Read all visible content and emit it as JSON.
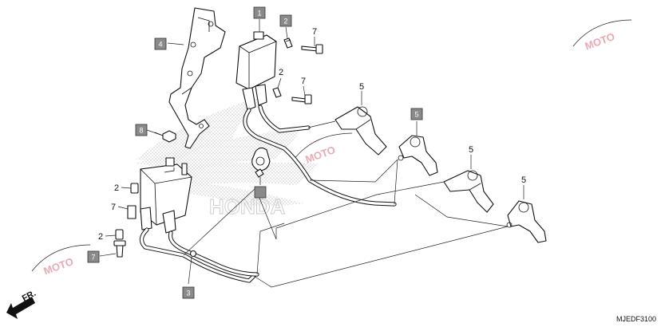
{
  "diagram_code": "MJEDF3100",
  "direction_label": "FR.",
  "watermark_text": "MOTO",
  "brand_text": "HONDA",
  "colors": {
    "callout_box": "#8a8a8a",
    "watermark": "#e9a9b4",
    "ink": "#111111"
  },
  "callouts": [
    {
      "id": "c1",
      "label": "1",
      "boxed": true
    },
    {
      "id": "c2a",
      "label": "2",
      "boxed": true
    },
    {
      "id": "c7a",
      "label": "7",
      "boxed": false
    },
    {
      "id": "c4",
      "label": "4",
      "boxed": true
    },
    {
      "id": "c2b",
      "label": "2",
      "boxed": false
    },
    {
      "id": "c7b",
      "label": "7",
      "boxed": false
    },
    {
      "id": "c5a",
      "label": "5",
      "boxed": false
    },
    {
      "id": "c5b",
      "label": "5",
      "boxed": true
    },
    {
      "id": "c8",
      "label": "8",
      "boxed": true
    },
    {
      "id": "c5c",
      "label": "5",
      "boxed": false
    },
    {
      "id": "c5d",
      "label": "5",
      "boxed": false
    },
    {
      "id": "c2c",
      "label": "2",
      "boxed": false
    },
    {
      "id": "c7c",
      "label": "7",
      "boxed": false
    },
    {
      "id": "c2d",
      "label": "2",
      "boxed": false
    },
    {
      "id": "c7d",
      "label": "7",
      "boxed": true
    },
    {
      "id": "c3",
      "label": "3",
      "boxed": true
    },
    {
      "id": "c6",
      "label": "",
      "boxed": true
    }
  ]
}
